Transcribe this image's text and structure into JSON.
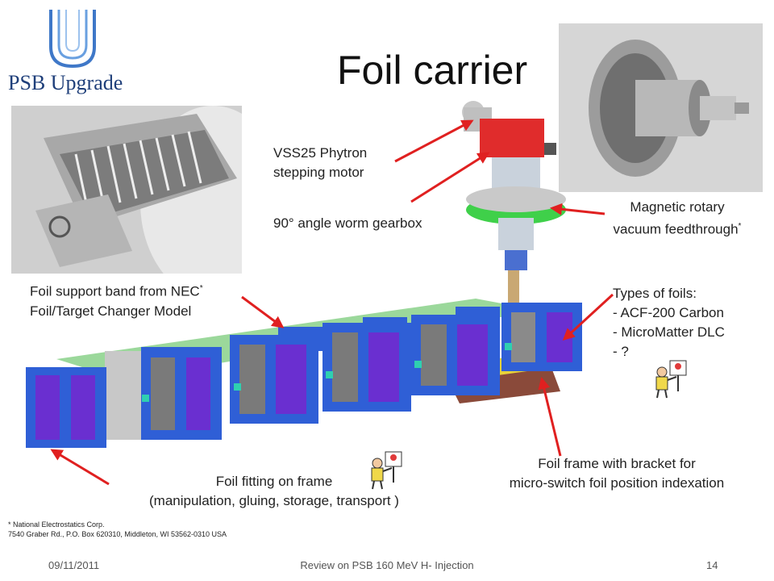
{
  "slide": {
    "title": "Foil carrier",
    "logo_text": "PSB Upgrade",
    "labels": {
      "motor_line1": "VSS25 Phytron",
      "motor_line2": "stepping motor",
      "gearbox": "90° angle worm gearbox",
      "feedthrough_line1": "Magnetic rotary",
      "feedthrough_line2": "vacuum feedthrough",
      "feedthrough_mark": "*",
      "support_line1": "Foil support band from NEC",
      "support_mark": "*",
      "support_line2": "Foil/Target Changer Model",
      "foils_heading": "Types of foils:",
      "foils": [
        "- ACF-200 Carbon",
        "- MicroMatter DLC",
        "- ?"
      ],
      "fitting_line1": "Foil fitting on frame",
      "fitting_line2": "(manipulation, gluing, storage, transport )",
      "frame_line1": "Foil frame with bracket for",
      "frame_line2": "micro-switch foil position indexation"
    },
    "footnote": {
      "line1": "* National Electrostatics Corp.",
      "line2": "7540 Graber Rd., P.O. Box 620310, Middleton, WI 53562-0310 USA"
    },
    "footer": {
      "date": "09/11/2011",
      "center": "Review on PSB 160 MeV H- Injection",
      "page": "14"
    }
  },
  "colors": {
    "frame_blue": "#2f5fd6",
    "foil_purple": "#6a2fd0",
    "arrow_red": "#e02020",
    "logo_blue": "#1f3f7a"
  }
}
